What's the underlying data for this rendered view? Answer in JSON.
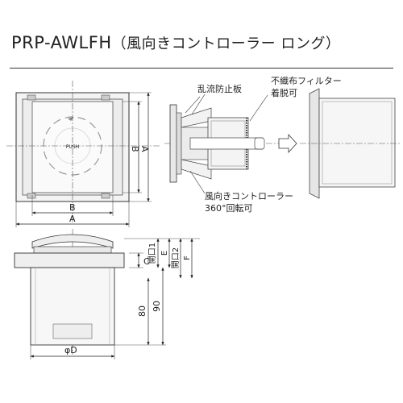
{
  "title": {
    "model": "PRP-AWLFH",
    "subtitle": "（風向きコントローラー ロング）"
  },
  "front_view": {
    "push_label": "PUSH",
    "dim_inner_width": "B",
    "dim_outer_width": "A",
    "dim_inner_height": "B",
    "dim_outer_height": "A"
  },
  "side_view": {
    "label_baffle": "乱流防止板",
    "label_filter_line1": "不織布フィルター",
    "label_filter_line2": "着脱可",
    "label_controller_line1": "風向きコントローラー",
    "label_controller_line2": "360°回転可"
  },
  "section_view": {
    "dim_c": "C",
    "dim_open1": "開口1",
    "dim_open2": "開口2",
    "dim_e": "E",
    "dim_f": "F",
    "dim_80": "80",
    "dim_90": "90",
    "dim_d": "φD"
  }
}
